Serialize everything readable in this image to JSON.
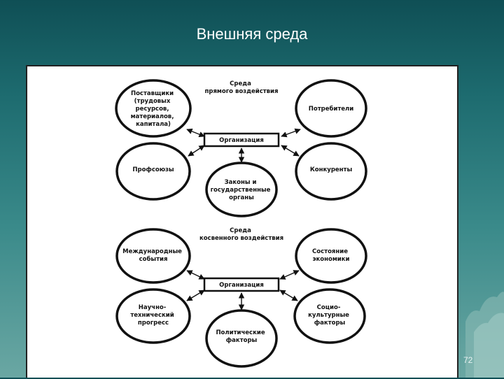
{
  "slide": {
    "title": "Внешняя среда",
    "page_number": "72"
  },
  "diagram": {
    "direct": {
      "heading": [
        "Среда",
        "прямого воздействия"
      ],
      "center": "Организация",
      "nodes": {
        "suppliers": [
          "Поставщики",
          "(трудовых",
          "ресурсов,",
          "материалов,",
          "капитала)"
        ],
        "consumers": [
          "Потребители"
        ],
        "unions": [
          "Профсоюзы"
        ],
        "competitors": [
          "Конкуренты"
        ],
        "laws": [
          "Законы и",
          "государственные",
          "органы"
        ]
      }
    },
    "indirect": {
      "heading": [
        "Среда",
        "косвенного воздействия"
      ],
      "center": "Организация",
      "nodes": {
        "international": [
          "Международные",
          "события"
        ],
        "economy": [
          "Состояние",
          "экономики"
        ],
        "scitech": [
          "Научно-",
          "технический",
          "прогресс"
        ],
        "sociocultural": [
          "Социо-",
          "культурные",
          "факторы"
        ],
        "political": [
          "Политические",
          "факторы"
        ]
      }
    }
  }
}
